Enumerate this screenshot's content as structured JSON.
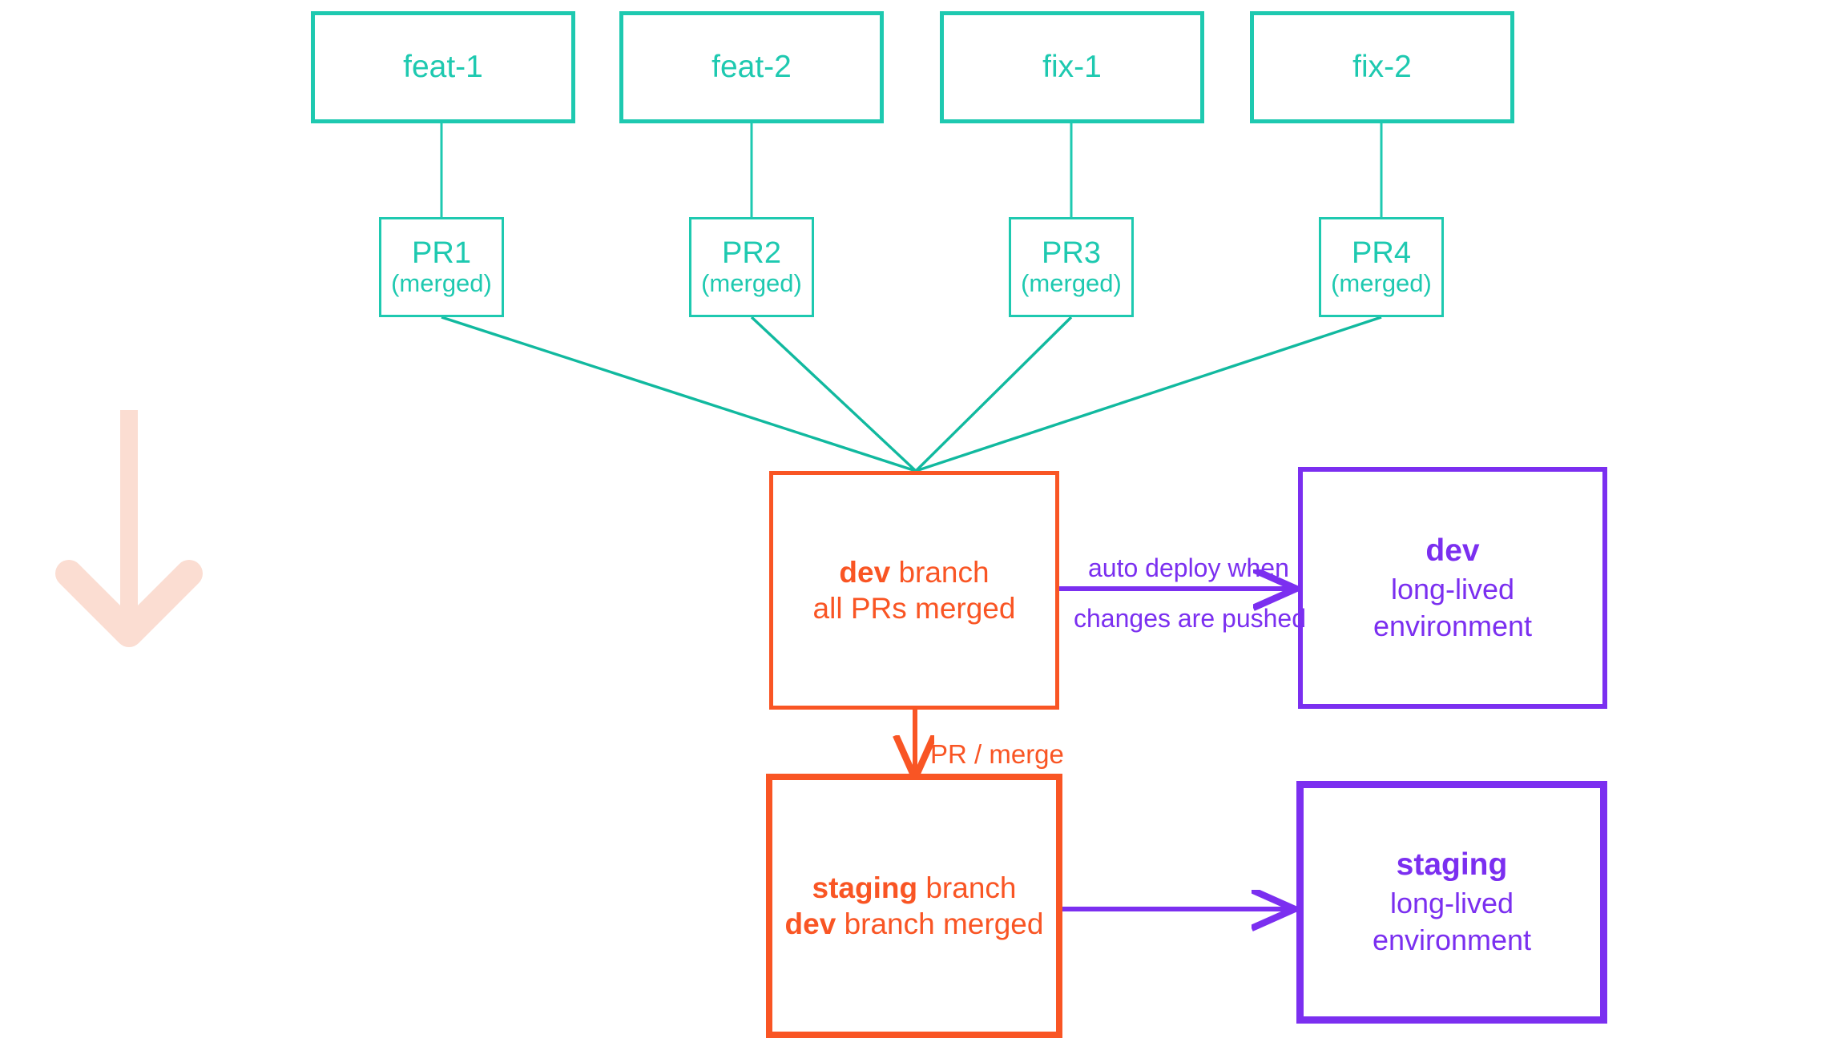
{
  "diagram": {
    "title": "Git branching and environment deployment flow",
    "colors": {
      "teal": "#1ec9b0",
      "orange": "#f95524",
      "purple": "#7b2ff0",
      "pink_arrow": "#fbddd2",
      "background": "#ffffff"
    },
    "feature_branches": [
      {
        "label": "feat-1"
      },
      {
        "label": "feat-2"
      },
      {
        "label": "fix-1"
      },
      {
        "label": "fix-2"
      }
    ],
    "pull_requests": [
      {
        "title": "PR1",
        "status": "(merged)"
      },
      {
        "title": "PR2",
        "status": "(merged)"
      },
      {
        "title": "PR3",
        "status": "(merged)"
      },
      {
        "title": "PR4",
        "status": "(merged)"
      }
    ],
    "dev_branch": {
      "name": "dev",
      "name_suffix": " branch",
      "subtitle": "all PRs merged"
    },
    "staging_branch": {
      "name": "staging",
      "name_suffix": " branch",
      "subtitle_bold": "dev",
      "subtitle_rest": " branch merged"
    },
    "dev_environment": {
      "name": "dev",
      "sub_line1": "long-lived",
      "sub_line2": "environment"
    },
    "staging_environment": {
      "name": "staging",
      "sub_line1": "long-lived",
      "sub_line2": "environment"
    },
    "edge_labels": {
      "auto_deploy_top": "auto deploy when",
      "auto_deploy_bottom": "changes are pushed",
      "pr_merge": "PR / merge"
    },
    "flow_arrow": {
      "name": "down-arrow-icon",
      "direction": "down"
    }
  }
}
